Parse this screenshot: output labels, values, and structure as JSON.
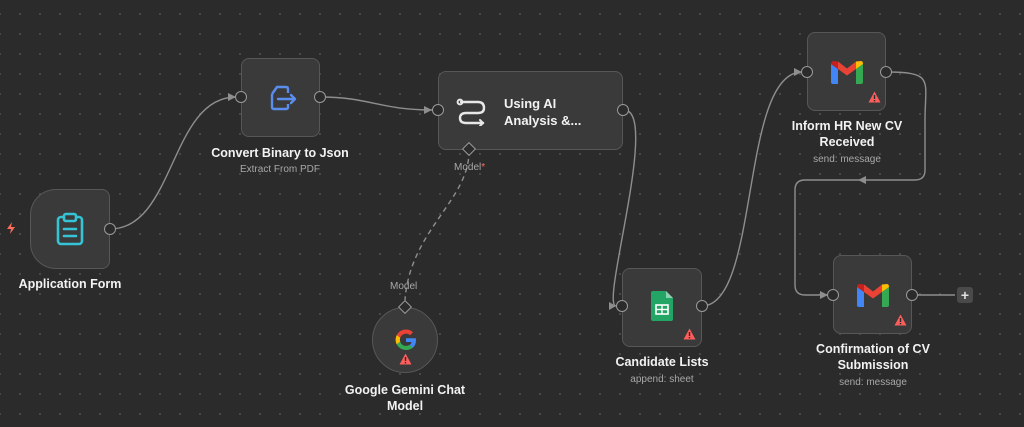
{
  "nodes": {
    "application_form": {
      "title": "Application Form"
    },
    "convert_binary": {
      "title": "Convert Binary to Json",
      "subtitle": "Extract From PDF"
    },
    "ai_analysis": {
      "title": "Using AI Analysis &...",
      "model_label": "Model",
      "model_required": "*"
    },
    "gemini": {
      "title_line1": "Google Gemini Chat",
      "title_line2": "Model",
      "model_label": "Model"
    },
    "candidate_lists": {
      "title": "Candidate Lists",
      "subtitle": "append: sheet"
    },
    "inform_hr": {
      "title_line1": "Inform HR New CV",
      "title_line2": "Received",
      "subtitle": "send: message"
    },
    "confirmation": {
      "title_line1": "Confirmation of CV",
      "title_line2": "Submission",
      "subtitle": "send: message"
    }
  },
  "add_button": "+",
  "colors": {
    "accent": "#ff6d5a",
    "warning": "#ff5c5c",
    "sheets_green": "#23a566",
    "icon_blue": "#5b8def",
    "icon_teal": "#35c4d6"
  },
  "icons": {
    "trigger": "lightning-icon",
    "application_form": "clipboard-icon",
    "convert_binary": "file-export-icon",
    "ai_analysis": "agent-route-icon",
    "gemini": "google-g-icon",
    "candidate_lists": "google-sheets-icon",
    "gmail": "gmail-icon"
  }
}
